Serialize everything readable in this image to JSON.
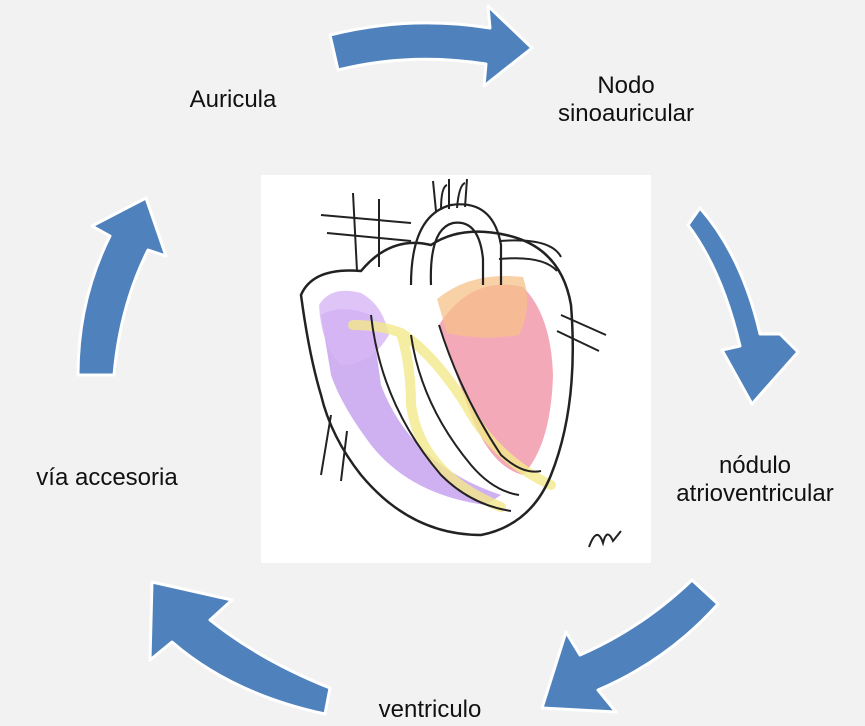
{
  "diagram": {
    "type": "cycle",
    "nodes": [
      {
        "id": "auricula",
        "lines": [
          "Auricula"
        ]
      },
      {
        "id": "nodo-sa",
        "lines": [
          "Nodo",
          "sinoauricular"
        ]
      },
      {
        "id": "nodulo-av",
        "lines": [
          "nódulo",
          "atrioventricular"
        ]
      },
      {
        "id": "ventriculo",
        "lines": [
          "ventriculo"
        ]
      },
      {
        "id": "via-accesoria",
        "lines": [
          "vía accesoria"
        ]
      }
    ],
    "arrow_color": "#4f81bd",
    "arrow_stroke": "#ffffff",
    "center_image": {
      "subject": "heart-cross-section-illustration",
      "colors": {
        "left_side": "#f2a0b0",
        "right_side": "#c7a3f0",
        "atrium_highlight": "#f7c28a",
        "conduction_path": "#f3e98a"
      }
    }
  }
}
